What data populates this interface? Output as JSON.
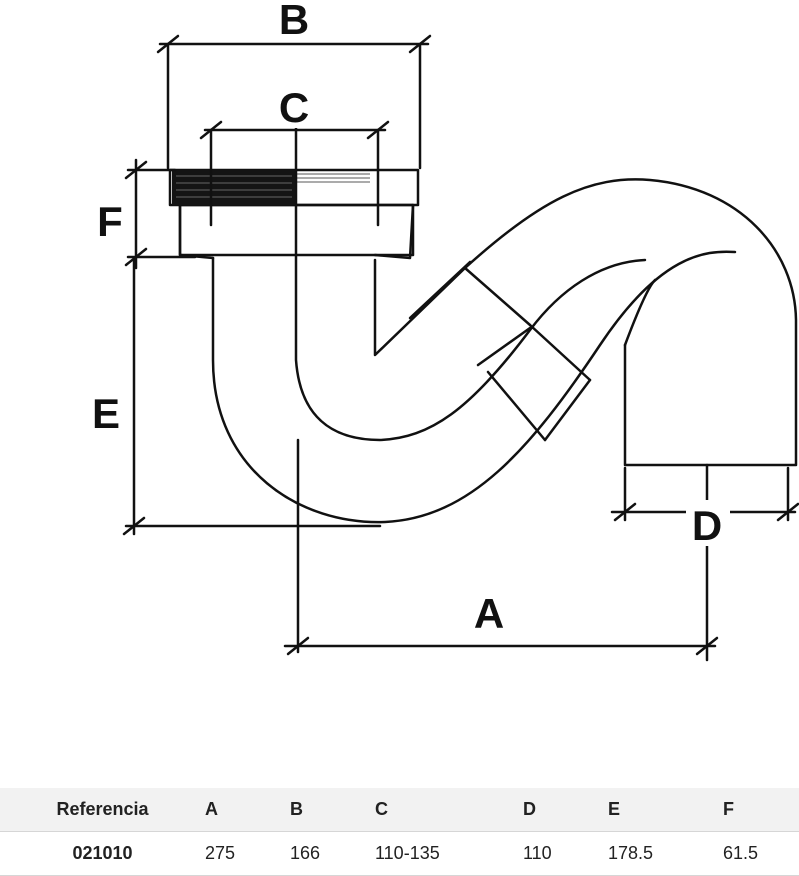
{
  "diagram": {
    "labels": {
      "A": "A",
      "B": "B",
      "C": "C",
      "D": "D",
      "E": "E",
      "F": "F"
    }
  },
  "table": {
    "headers": {
      "ref": "Referencia",
      "a": "A",
      "b": "B",
      "c": "C",
      "d": "D",
      "e": "E",
      "f": "F"
    },
    "row": {
      "ref": "021010",
      "a": "275",
      "b": "166",
      "c": "110-135",
      "d": "110",
      "e": "178.5",
      "f": "61.5"
    }
  }
}
